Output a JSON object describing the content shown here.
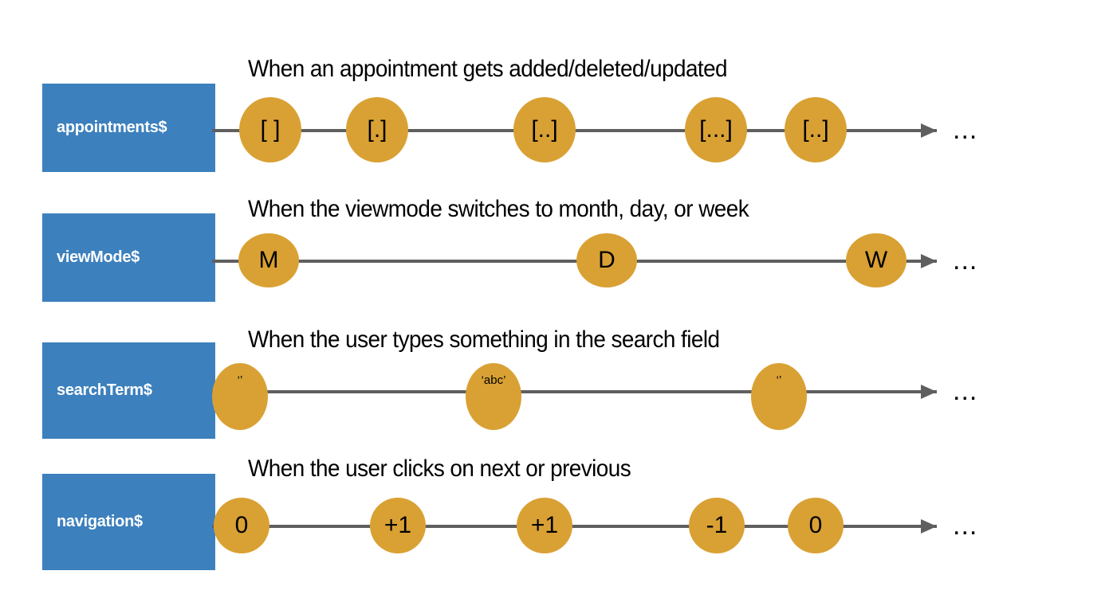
{
  "diagram": {
    "title_semantics": "rxjs-marble-diagram-streams",
    "colors": {
      "stream_box": "#3c80bd",
      "marble": "#d9a134",
      "timeline": "#5f5f5f",
      "text": "#000000",
      "box_text": "#ffffff",
      "background": "#ffffff"
    },
    "ellipsis": "...",
    "streams": [
      {
        "name": "appointments$",
        "caption": "When an appointment gets added/deleted/updated",
        "marbles": [
          {
            "label": "[ ]"
          },
          {
            "label": "[.]"
          },
          {
            "label": "[..]"
          },
          {
            "label": "[...]"
          },
          {
            "label": "[..]"
          }
        ]
      },
      {
        "name": "viewMode$",
        "caption": "When the viewmode switches to month, day, or week",
        "marbles": [
          {
            "label": "M"
          },
          {
            "label": "D"
          },
          {
            "label": "W"
          }
        ]
      },
      {
        "name": "searchTerm$",
        "caption": "When the user types something in the search field",
        "marbles": [
          {
            "label": "‘’"
          },
          {
            "label": "‘abc’"
          },
          {
            "label": "‘’"
          }
        ]
      },
      {
        "name": "navigation$",
        "caption": "When the user clicks on next or previous",
        "marbles": [
          {
            "label": "0"
          },
          {
            "label": "+1"
          },
          {
            "label": "+1"
          },
          {
            "label": "-1"
          },
          {
            "label": "0"
          }
        ]
      }
    ]
  }
}
